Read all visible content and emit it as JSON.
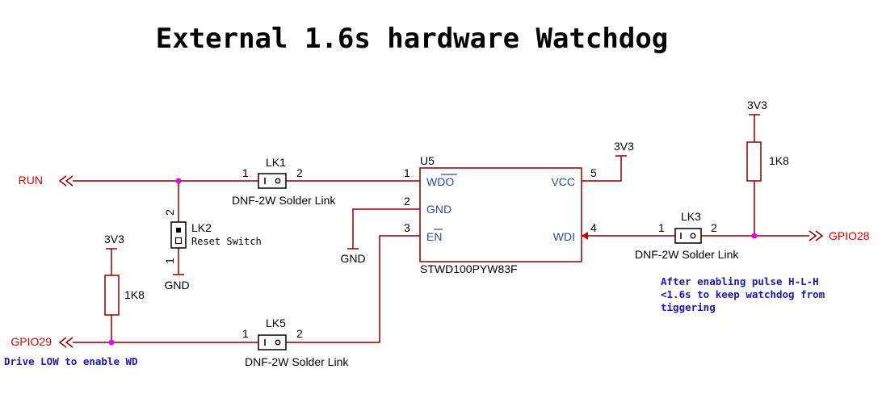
{
  "title": "External 1.6s hardware Watchdog",
  "colors": {
    "wire": "#8b0000",
    "net": "#cc0000",
    "junction": "#e600e6",
    "pin_name": "#2b4c8c",
    "note": "#1a1aa6",
    "text": "#000000"
  },
  "nets": {
    "run": "RUN",
    "gpio29": "GPIO29",
    "gpio28": "GPIO28"
  },
  "power": {
    "u5_vcc": "3V3",
    "r_left": "3V3",
    "r_right": "3V3",
    "gnd_u5": "GND",
    "gnd_lk2": "GND"
  },
  "parts": {
    "lk1": {
      "ref": "LK1",
      "desc": "DNF-2W Solder Link",
      "pin1": "1",
      "pin2": "2"
    },
    "lk2": {
      "ref": "LK2",
      "desc": "Reset Switch",
      "pin1": "1",
      "pin2": "2"
    },
    "lk3": {
      "ref": "LK3",
      "desc": "DNF-2W Solder Link",
      "pin1": "1",
      "pin2": "2"
    },
    "lk5": {
      "ref": "LK5",
      "desc": "DNF-2W Solder Link",
      "pin1": "1",
      "pin2": "2"
    },
    "r_left": {
      "value": "1K8"
    },
    "r_right": {
      "value": "1K8"
    },
    "u5": {
      "ref": "U5",
      "part": "STWD100PYW83F",
      "pins": {
        "wdo_name": "WDO",
        "wdo_num": "1",
        "gnd_name": "GND",
        "gnd_num": "2",
        "en_name": "EN",
        "en_num": "3",
        "vcc_name": "VCC",
        "vcc_num": "5",
        "wdi_name": "WDI",
        "wdi_num": "4"
      }
    }
  },
  "notes": {
    "right_line1": "After enabling pulse H-L-H",
    "right_line2": "<1.6s to keep watchdog from",
    "right_line3": "tiggering",
    "left": "Drive LOW to enable WD"
  }
}
